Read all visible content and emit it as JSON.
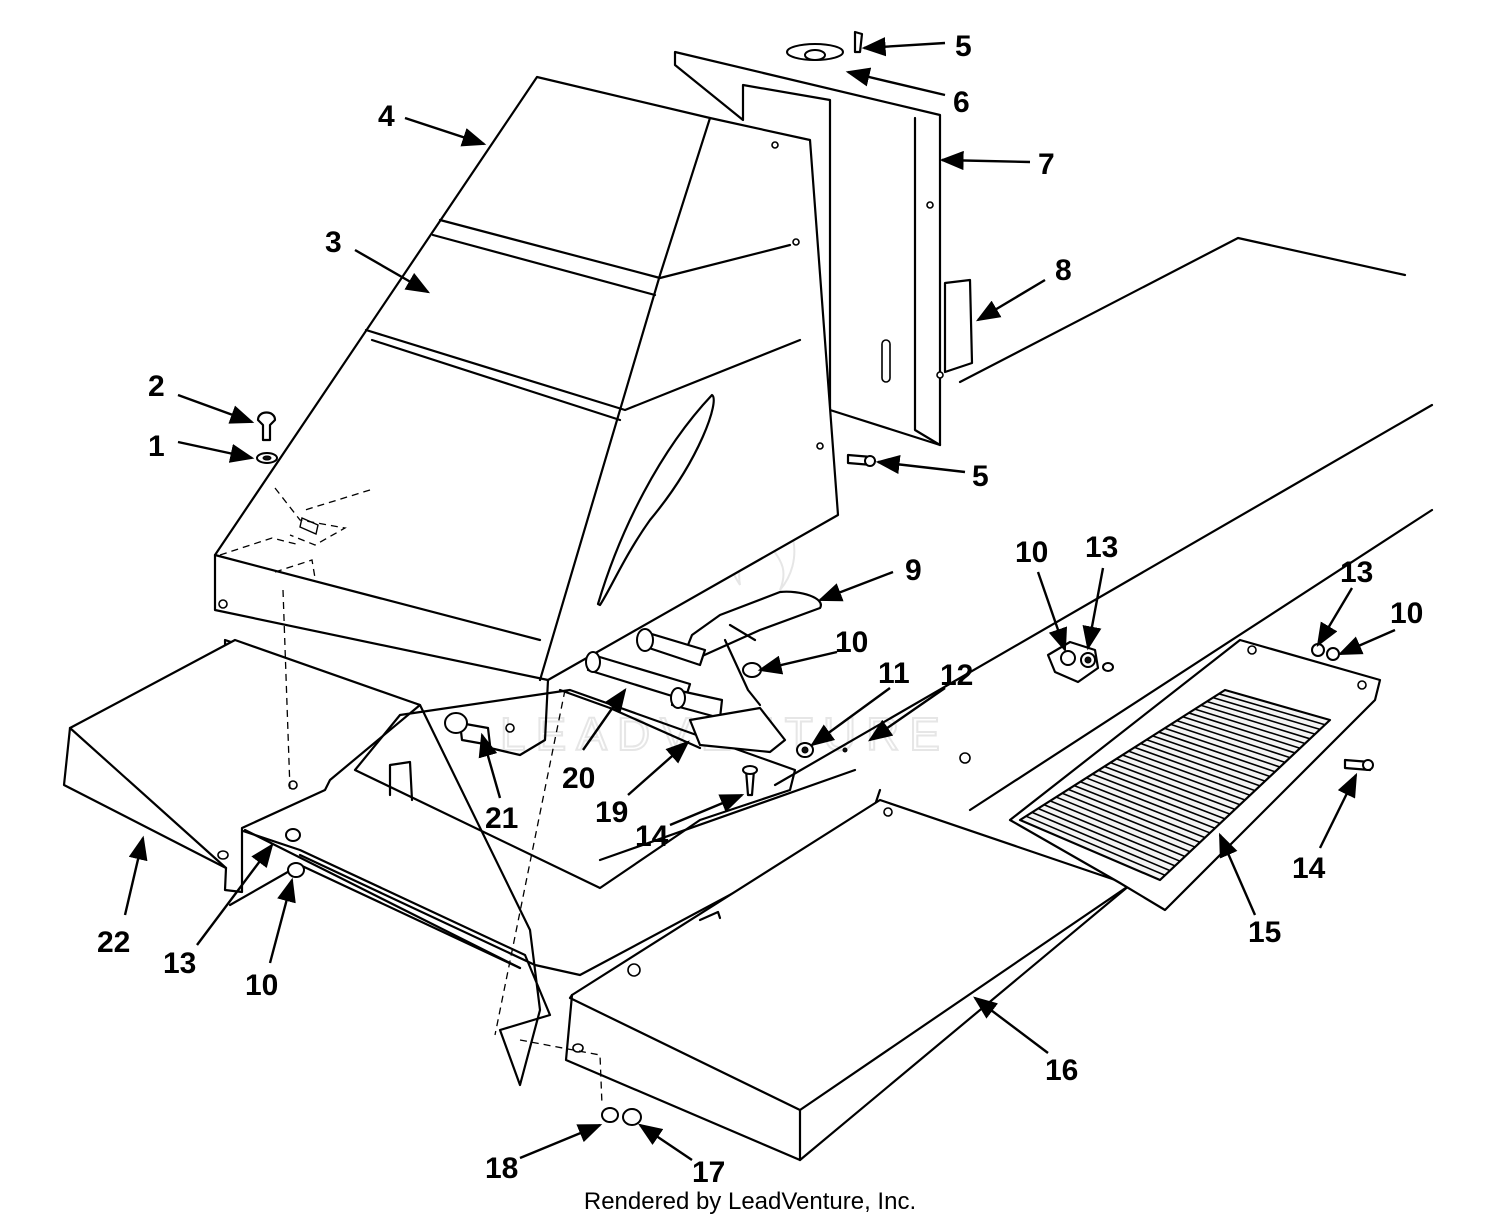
{
  "callouts": [
    "1",
    "2",
    "3",
    "4",
    "5",
    "6",
    "7",
    "8",
    "9",
    "10",
    "11",
    "12",
    "13",
    "14",
    "15",
    "16",
    "17",
    "18",
    "19",
    "20",
    "21",
    "22"
  ],
  "watermark_text": "LEADVENTURE",
  "footer_text": "Rendered by LeadVenture, Inc."
}
